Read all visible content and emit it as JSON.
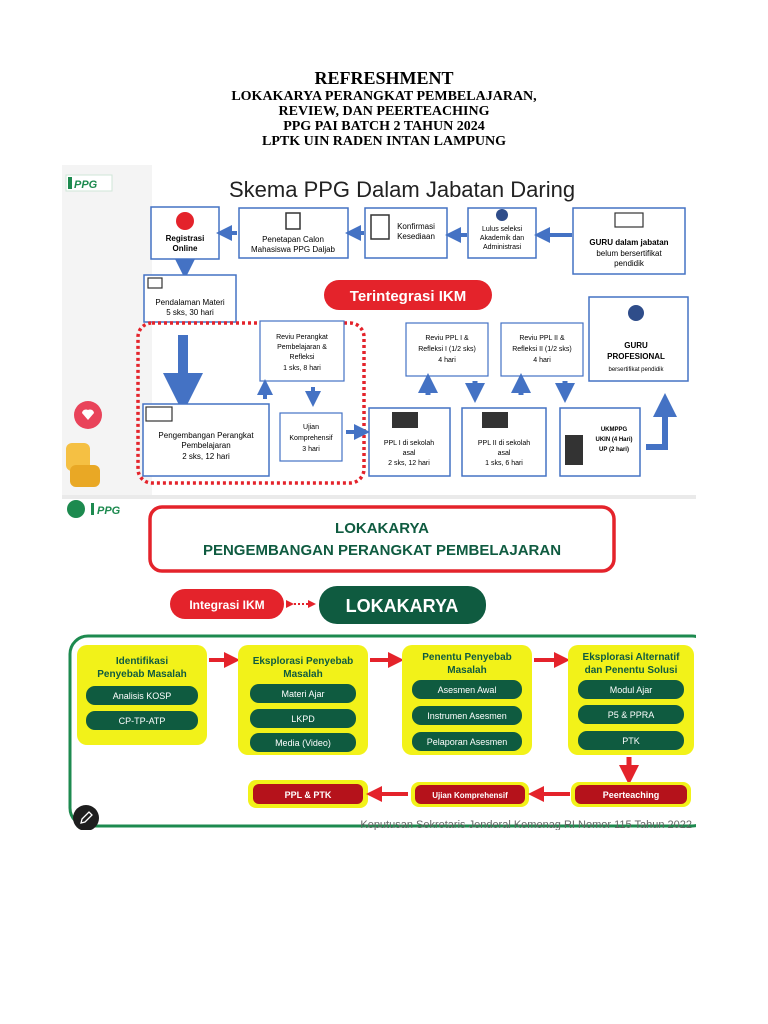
{
  "header": {
    "title": "REFRESHMENT",
    "lines": [
      "LOKAKARYA PERANGKAT PEMBELAJARAN,",
      "REVIEW, DAN PEERTEACHING",
      "PPG PAI BATCH 2 TAHUN 2024",
      "LPTK UIN RADEN INTAN LAMPUNG"
    ]
  },
  "schema": {
    "logo_text": "PPG",
    "title": "Skema PPG Dalam Jabatan Daring",
    "registrasi": [
      "Registrasi",
      "Online"
    ],
    "penetapan": [
      "Penetapan Calon",
      "Mahasiswa PPG Daljab"
    ],
    "konfirmasi": [
      "Konfirmasi",
      "Kesediaan"
    ],
    "lulus": [
      "Lulus seleksi",
      "Akademik dan",
      "Administrasi"
    ],
    "guru_jabatan": [
      "GURU dalam jabatan",
      "belum bersertifikat",
      "pendidik"
    ],
    "terintegrasi": "Terintegrasi IKM",
    "pendalaman": [
      "Pendalaman Materi",
      "5 sks, 30 hari"
    ],
    "reviu_perangkat": [
      "Reviu Perangkat",
      "Pembelajaran &",
      "Refleksi",
      "1 sks, 8 hari"
    ],
    "reviu_ppl1": [
      "Reviu PPL I &",
      "Refleksi I (1/2 sks)",
      "4 hari"
    ],
    "reviu_ppl2": [
      "Reviu PPL II &",
      "Refleksi II (1/2 sks)",
      "4 hari"
    ],
    "guru_prof": [
      "GURU",
      "PROFESIONAL",
      "bersertifikat pendidik"
    ],
    "pengembangan": [
      "Pengembangan Perangkat",
      "Pembelajaran",
      "2 sks, 12 hari"
    ],
    "ujian_komp": [
      "Ujian",
      "Komprehensif",
      "3 hari"
    ],
    "ppl1": [
      "PPL I di sekolah",
      "asal",
      "2 sks, 12 hari"
    ],
    "ppl2": [
      "PPL II di sekolah",
      "asal",
      "1 sks, 6 hari"
    ],
    "ukmppg": [
      "UKMPPG",
      "UKIN (4 Hari)",
      "UP (2 hari)"
    ]
  },
  "lokakarya": {
    "logo_text": "PPG",
    "banner_line1": "LOKAKARYA",
    "banner_line2": "PENGEMBANGAN PERANGKAT PEMBELAJARAN",
    "integrasi": "Integrasi IKM",
    "lokakarya_label": "LOKAKARYA",
    "steps": [
      {
        "title": [
          "Identifikasi",
          "Penyebab Masalah"
        ],
        "items": [
          "Analisis KOSP",
          "CP-TP-ATP"
        ]
      },
      {
        "title": [
          "Eksplorasi Penyebab",
          "Masalah"
        ],
        "items": [
          "Materi Ajar",
          "LKPD",
          "Media (Video)"
        ]
      },
      {
        "title": [
          "Penentu Penyebab",
          "Masalah"
        ],
        "items": [
          "Asesmen Awal",
          "Instrumen Asesmen",
          "Pelaporan Asesmen"
        ]
      },
      {
        "title": [
          "Eksplorasi Alternatif",
          "dan Penentu Solusi"
        ],
        "items": [
          "Modul Ajar",
          "P5 & PPRA",
          "PTK"
        ]
      }
    ],
    "bottom": [
      "PPL & PTK",
      "Ujian Komprehensif",
      "Peerteaching"
    ],
    "footer": "Keputusan Sekretaris Jenderal Kemenag RI Nomor 115 Tahun 2022"
  },
  "colors": {
    "red": "#e4232b",
    "blue": "#4472c4",
    "green": "#0f5b40",
    "yellow": "#f2f219",
    "darkred": "#b5121b"
  }
}
